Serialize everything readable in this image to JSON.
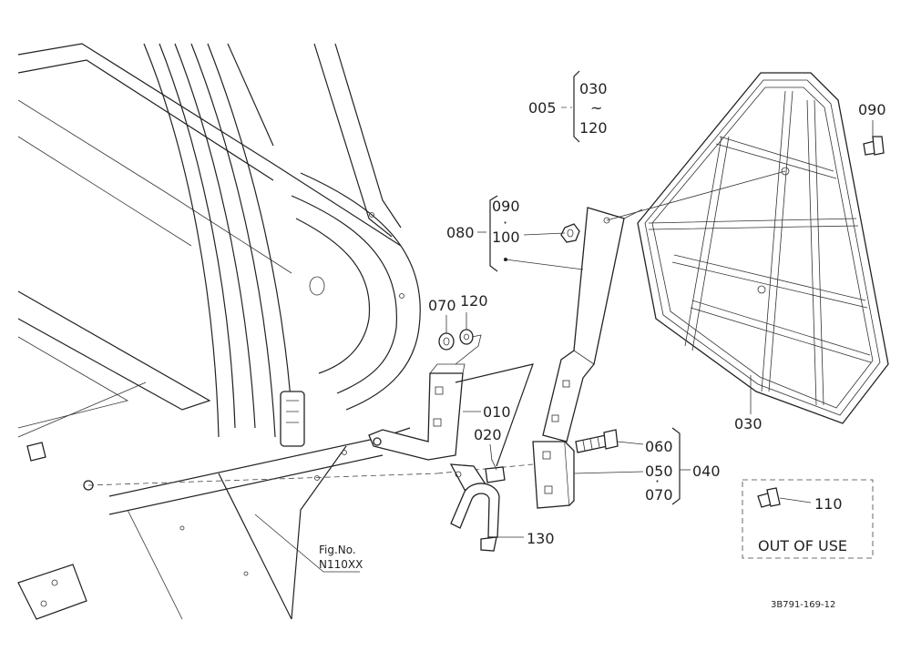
{
  "labels": {
    "p005": "005",
    "p030_top": "030",
    "p120_top": "120",
    "tilde": "~",
    "p090_right": "090",
    "p080": "080",
    "p090_group": "090",
    "dot": "·",
    "p100": "100",
    "p070": "070",
    "p120": "120",
    "p010": "010",
    "p020": "020",
    "p060": "060",
    "p050": "050",
    "p070_group": "070",
    "p040": "040",
    "p030_frame": "030",
    "p110": "110",
    "p130": "130",
    "out_of_use": "OUT OF USE",
    "fig_no": "Fig.No.",
    "fig_ref": "N110XX",
    "drawing_code": "3B791-169-12"
  }
}
